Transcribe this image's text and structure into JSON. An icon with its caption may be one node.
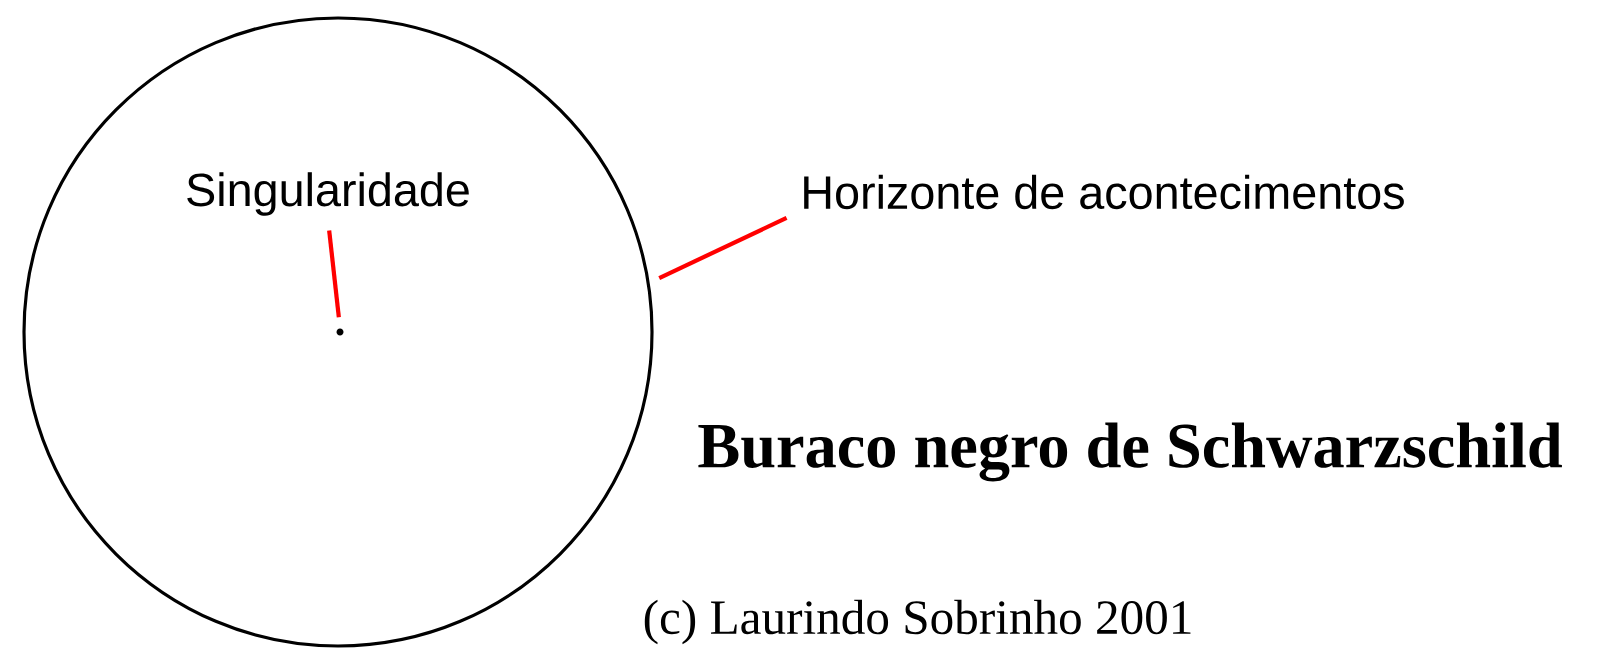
{
  "diagram": {
    "title": "Buraco negro de Schwarzschild",
    "nodes": [
      {
        "text": [
          "Singularidade"
        ],
        "in": 3
      },
      {
        "text": [],
        "shape": "circle",
        "in": 3
      },
      {
        "text": [
          "Horizonte de acontecimentos"
        ]
      },
      {
        "text": [],
        "shape": "circle"
      }
    ],
    "edges": [
      {
        "from": 0,
        "to": 1,
        "arrow": "none"
      },
      {
        "from": 2,
        "to": 3,
        "arrow": "none"
      }
    ],
    "labels": [
      "(c) Laurindo Sobrinho 2001"
    ]
  }
}
